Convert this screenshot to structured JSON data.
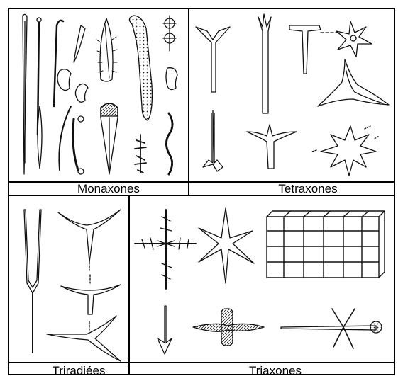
{
  "panels": {
    "monaxones": {
      "label": "Monaxones"
    },
    "tetraxones": {
      "label": "Tetraxones"
    },
    "triradiees": {
      "label": "Triradiées"
    },
    "triaxones": {
      "label": "Triaxones"
    }
  }
}
